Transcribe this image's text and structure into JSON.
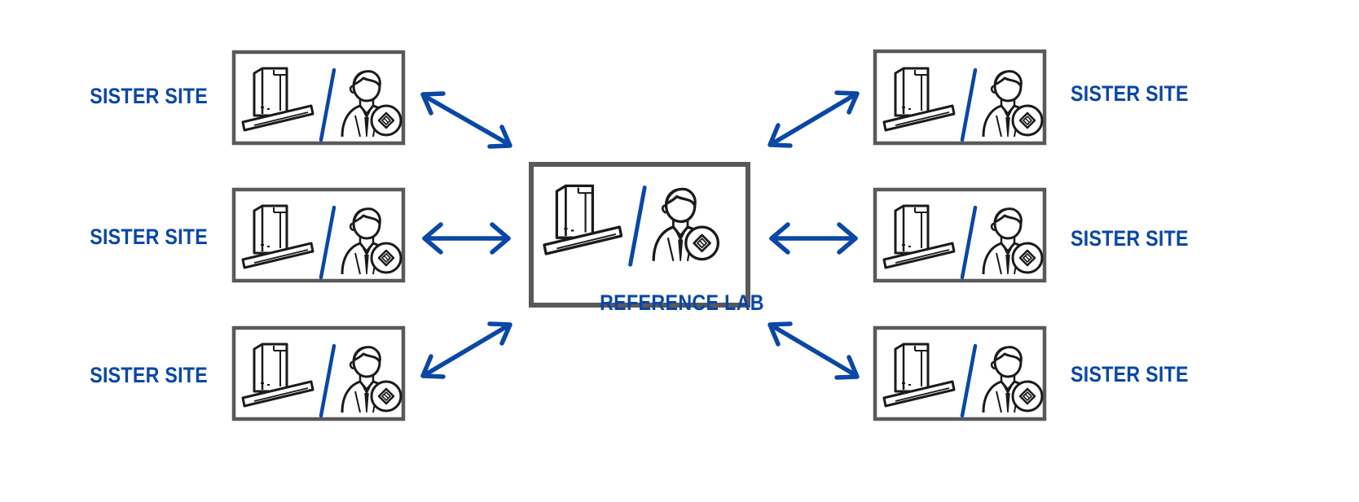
{
  "diagram": {
    "center": {
      "label": "REFERENCE LAB"
    },
    "left_sites": [
      {
        "label": "SISTER SITE"
      },
      {
        "label": "SISTER SITE"
      },
      {
        "label": "SISTER SITE"
      }
    ],
    "right_sites": [
      {
        "label": "SISTER SITE"
      },
      {
        "label": "SISTER SITE"
      },
      {
        "label": "SISTER SITE"
      }
    ],
    "connections": "bidirectional",
    "icons": [
      "biosafety-cabinet-icon",
      "technician-icon",
      "certification-badge-icon"
    ]
  },
  "colors": {
    "accent": "#0a47a6",
    "frame": "#595959",
    "icon_stroke": "#1a1a1a",
    "background": "#ffffff"
  }
}
